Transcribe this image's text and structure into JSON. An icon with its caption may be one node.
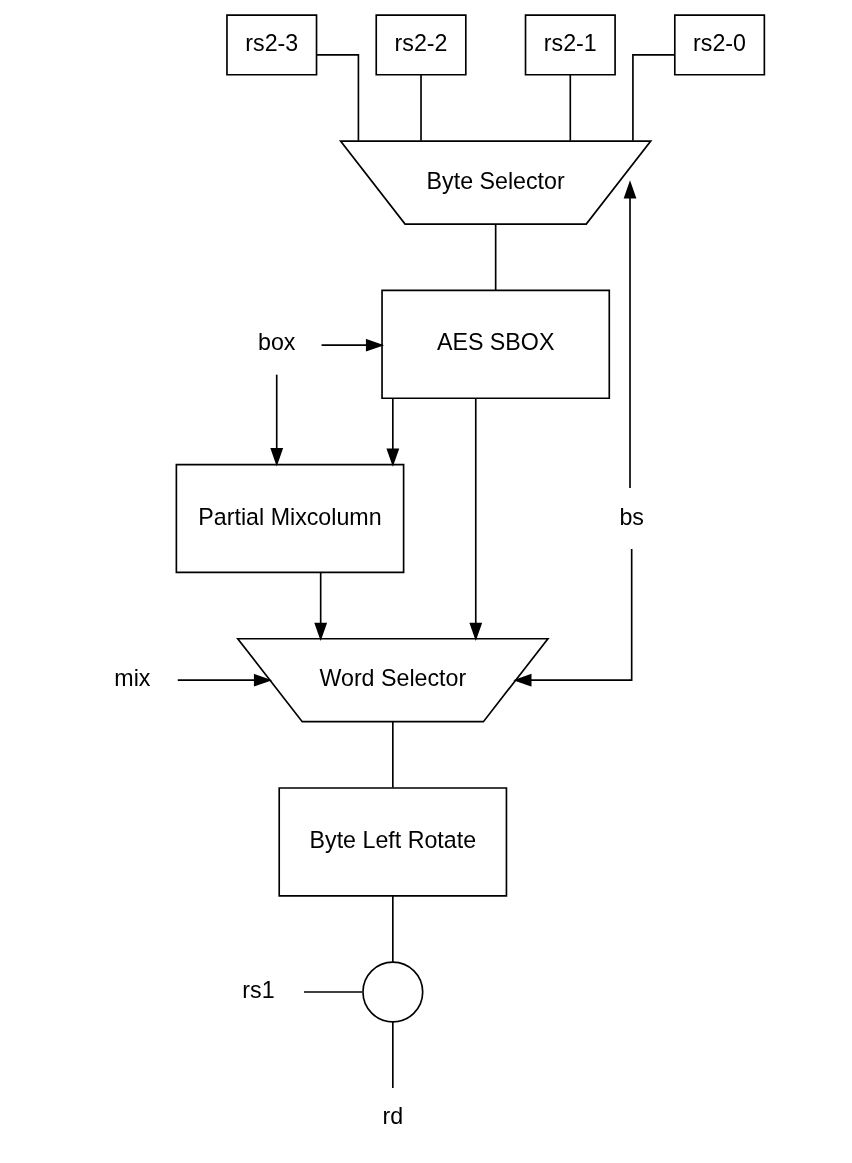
{
  "diagram": {
    "nodes": [
      {
        "text": [
          "rs2-3"
        ]
      },
      {
        "text": [
          "rs2-2"
        ]
      },
      {
        "text": [
          "rs2-1"
        ]
      },
      {
        "text": [
          "rs2-0"
        ]
      },
      {
        "text": [
          "Byte Selector"
        ]
      },
      {
        "text": [
          "box"
        ]
      },
      {
        "text": [
          "AES SBOX"
        ]
      },
      {
        "text": [
          "bs"
        ]
      },
      {
        "text": [
          "Partial Mixcolumn"
        ]
      },
      {
        "text": [
          "mix"
        ]
      },
      {
        "text": [
          "Word Selector"
        ]
      },
      {
        "text": [
          "Byte Left Rotate"
        ]
      },
      {
        "text": [
          "rs1"
        ]
      },
      {
        "text": [],
        "shape": "circle"
      },
      {
        "text": [
          "rd"
        ]
      }
    ],
    "edges": [
      {
        "from": 0,
        "to": 4,
        "arrow": "none"
      },
      {
        "from": 1,
        "to": 4,
        "arrow": "none"
      },
      {
        "from": 2,
        "to": 4,
        "arrow": "none"
      },
      {
        "from": 3,
        "to": 4,
        "arrow": "none"
      },
      {
        "from": 4,
        "to": 6,
        "arrow": "none"
      },
      {
        "from": 5,
        "to": 6,
        "arrow": "to"
      },
      {
        "from": 5,
        "to": 8,
        "arrow": "to"
      },
      {
        "from": 7,
        "to": 4,
        "arrow": "to"
      },
      {
        "from": 7,
        "to": 10,
        "arrow": "to"
      },
      {
        "from": 6,
        "to": 8,
        "arrow": "to"
      },
      {
        "from": 6,
        "to": 10,
        "arrow": "to"
      },
      {
        "from": 8,
        "to": 10,
        "arrow": "to"
      },
      {
        "from": 9,
        "to": 10,
        "arrow": "to"
      },
      {
        "from": 10,
        "to": 11,
        "arrow": "none"
      },
      {
        "from": 11,
        "to": 13,
        "arrow": "none"
      },
      {
        "from": 12,
        "to": 13,
        "arrow": "none"
      },
      {
        "from": 13,
        "to": 14,
        "arrow": "none"
      }
    ]
  }
}
